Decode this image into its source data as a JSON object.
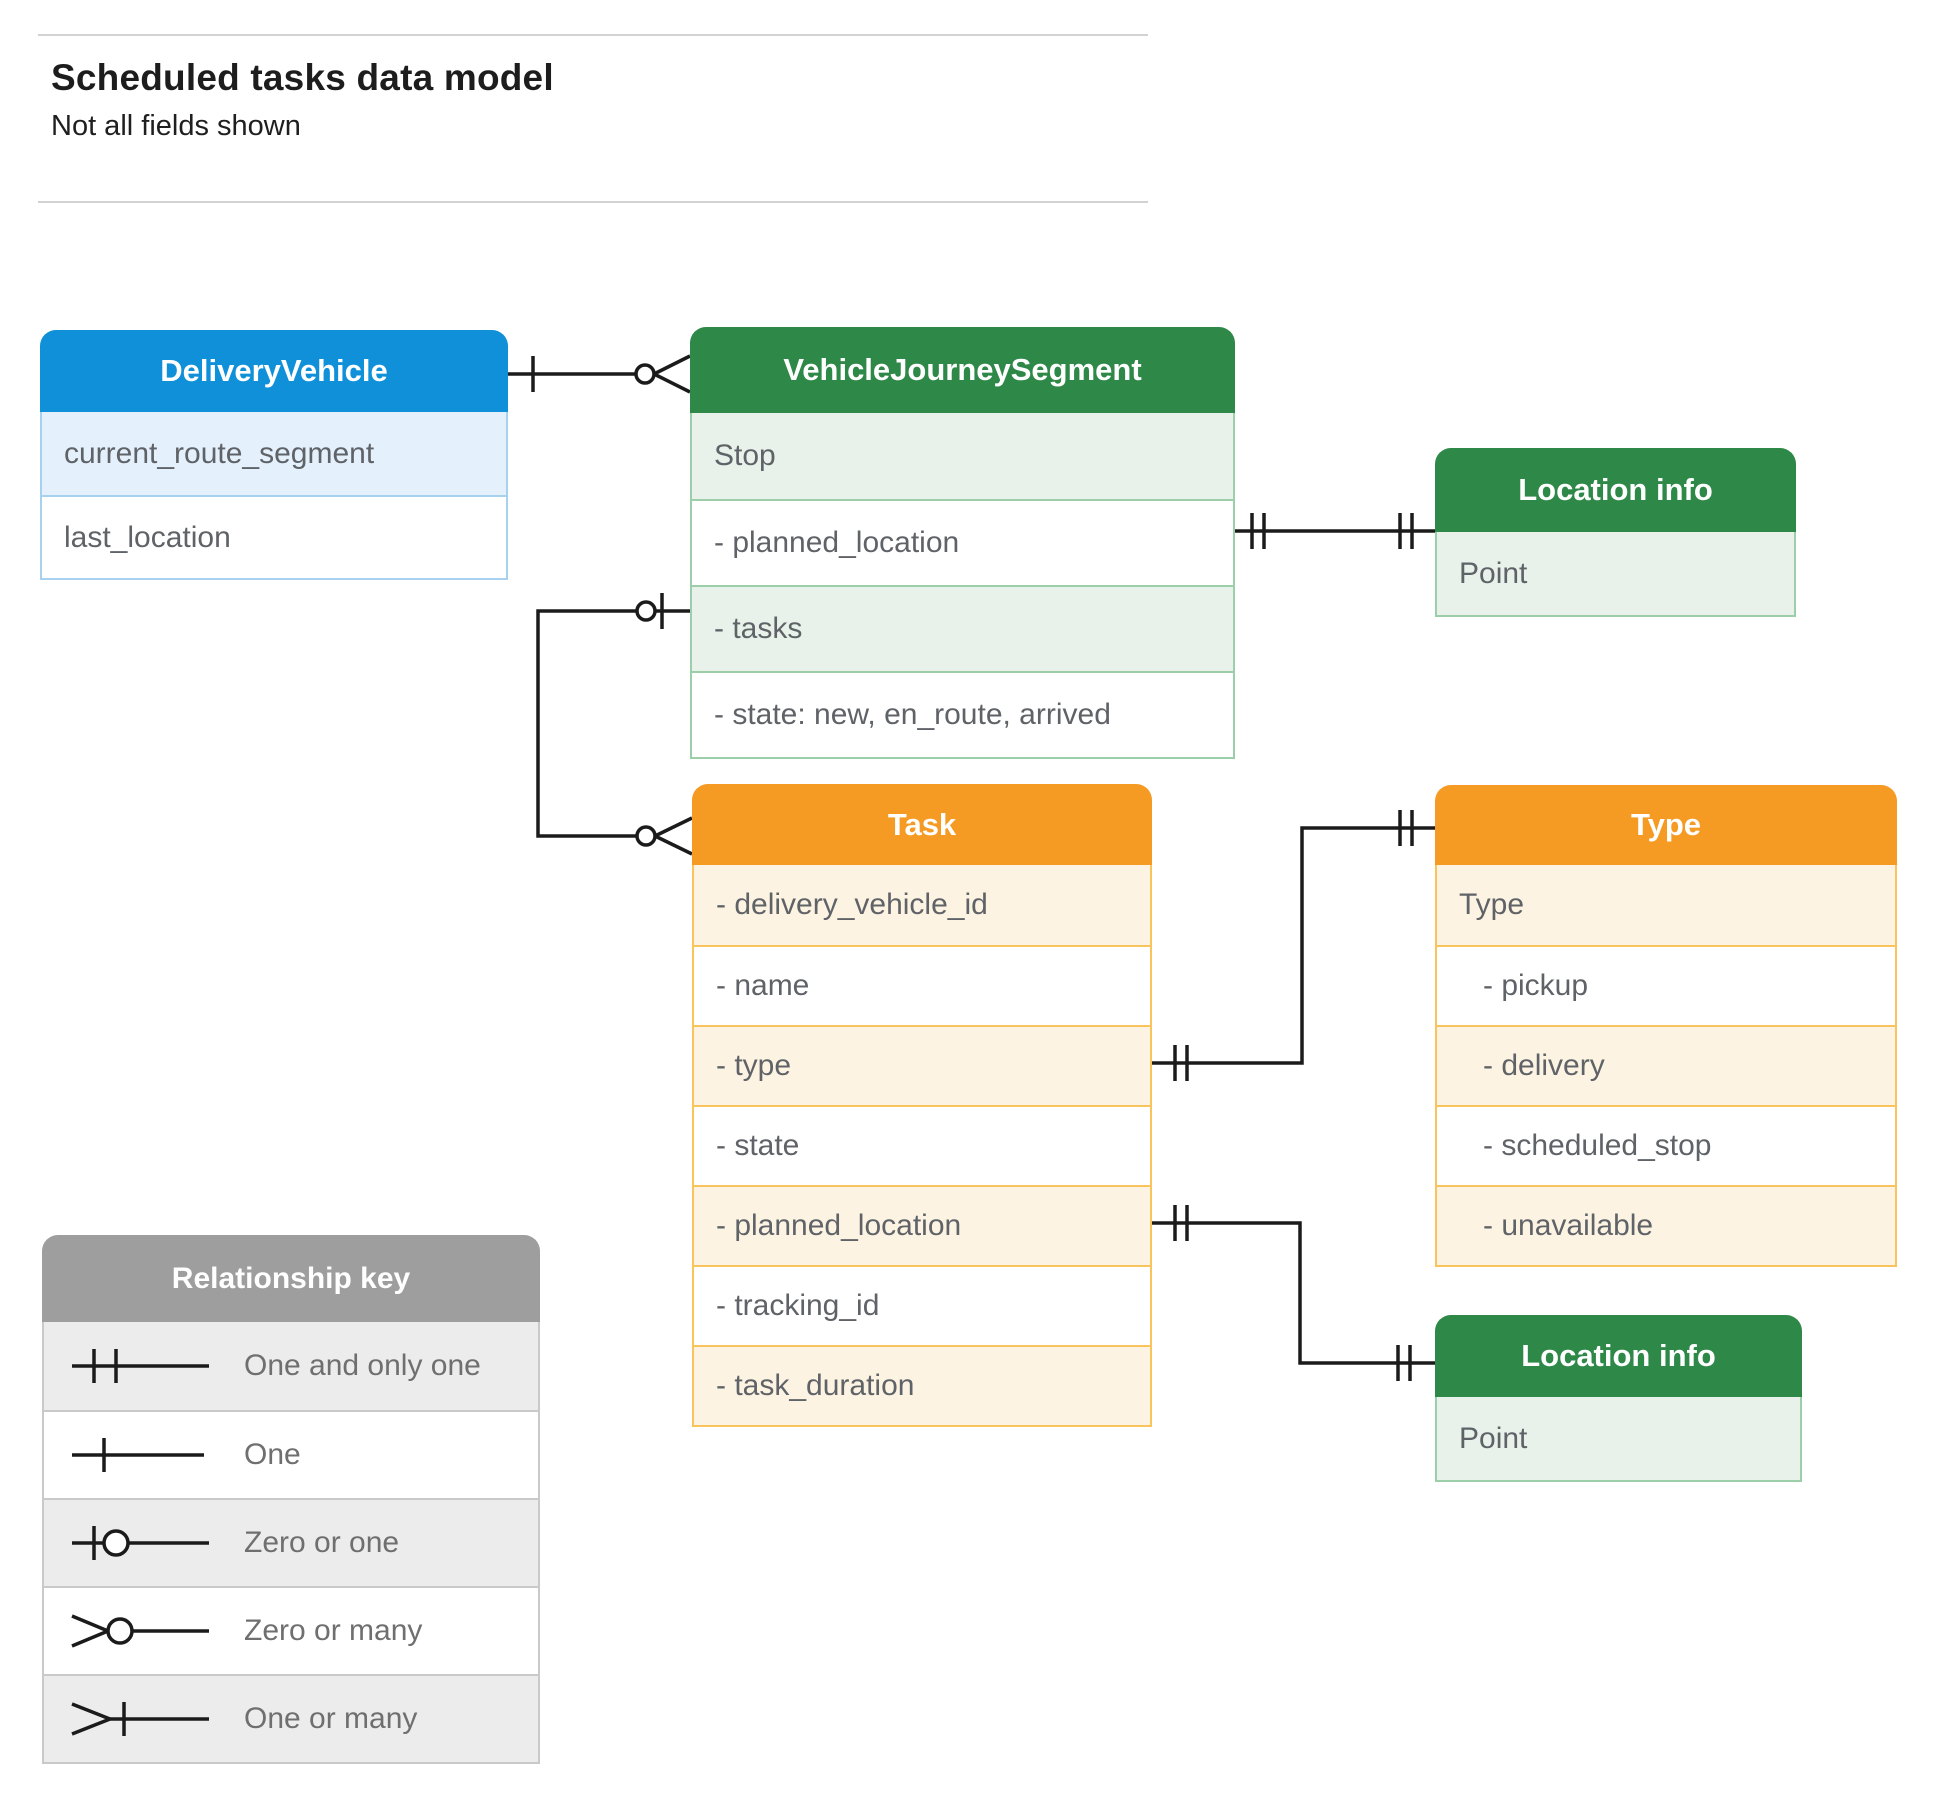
{
  "header": {
    "title": "Scheduled tasks data model",
    "subtitle": "Not all fields shown"
  },
  "entities": {
    "delivery_vehicle": {
      "title": "DeliveryVehicle",
      "rows": [
        "current_route_segment",
        "last_location"
      ]
    },
    "vehicle_journey_segment": {
      "title": "VehicleJourneySegment",
      "rows": [
        "Stop",
        "- planned_location",
        "- tasks",
        "- state: new, en_route, arrived"
      ]
    },
    "location_info_top": {
      "title": "Location info",
      "rows": [
        "Point"
      ]
    },
    "task": {
      "title": "Task",
      "rows": [
        "- delivery_vehicle_id",
        "- name",
        "- type",
        "- state",
        "- planned_location",
        "- tracking_id",
        "- task_duration"
      ]
    },
    "type": {
      "title": "Type",
      "rows": [
        "Type",
        "- pickup",
        "- delivery",
        "- scheduled_stop",
        "- unavailable"
      ]
    },
    "location_info_bottom": {
      "title": "Location info",
      "rows": [
        "Point"
      ]
    }
  },
  "legend": {
    "title": "Relationship key",
    "items": [
      {
        "symbol": "one-and-only-one",
        "label": "One and only one"
      },
      {
        "symbol": "one",
        "label": "One"
      },
      {
        "symbol": "zero-or-one",
        "label": "Zero or one"
      },
      {
        "symbol": "zero-or-many",
        "label": "Zero or many"
      },
      {
        "symbol": "one-or-many",
        "label": "One or many"
      }
    ]
  },
  "relationships": [
    {
      "from": "DeliveryVehicle",
      "to": "VehicleJourneySegment",
      "from_cardinality": "one",
      "to_cardinality": "zero-or-many"
    },
    {
      "from": "VehicleJourneySegment.tasks",
      "to": "Task",
      "from_cardinality": "zero-or-one",
      "to_cardinality": "zero-or-many"
    },
    {
      "from": "VehicleJourneySegment.planned_location",
      "to": "Location info",
      "from_cardinality": "one-and-only-one",
      "to_cardinality": "one-and-only-one"
    },
    {
      "from": "Task.type",
      "to": "Type",
      "from_cardinality": "one-and-only-one",
      "to_cardinality": "one-and-only-one"
    },
    {
      "from": "Task.planned_location",
      "to": "Location info",
      "from_cardinality": "one-and-only-one",
      "to_cardinality": "one-and-only-one"
    }
  ],
  "colors": {
    "blue_header": "#1090d8",
    "blue_tint": "#e4f1fc",
    "blue_border": "#a6d2f0",
    "green_header": "#2e8948",
    "green_tint": "#e8f2ea",
    "green_border": "#9ccfa9",
    "orange_header": "#f59b23",
    "orange_tint": "#fdf3e2",
    "orange_border": "#f9c45c",
    "gray_header": "#9e9e9e",
    "gray_tint": "#ececec",
    "gray_border": "#c9c9c9",
    "row_text": "#5f6368",
    "connector": "#1b1b1b"
  }
}
